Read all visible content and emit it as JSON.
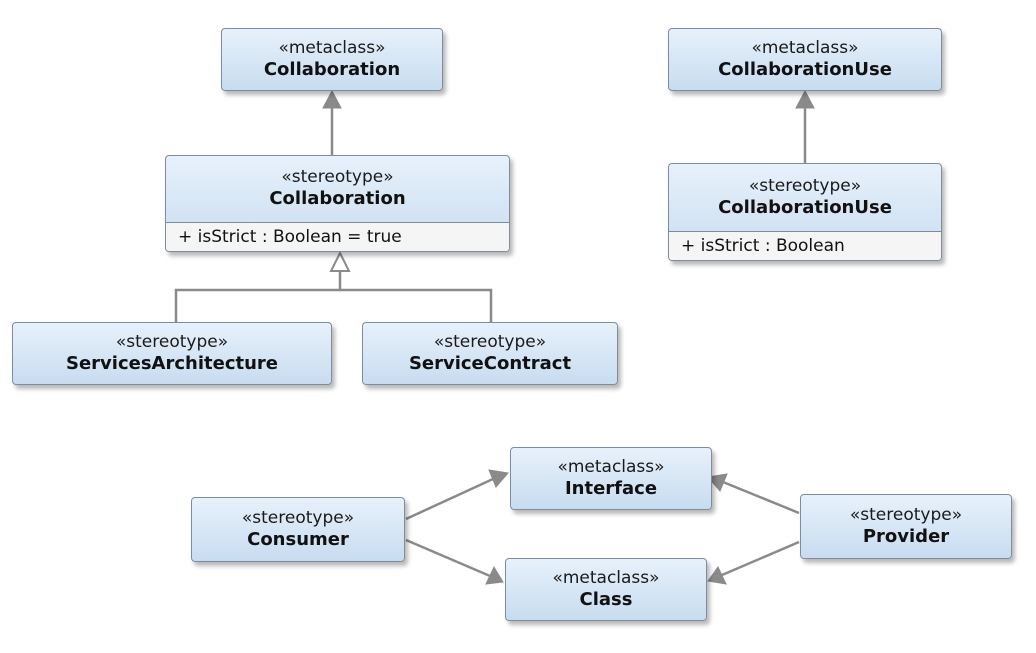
{
  "diagram": {
    "colors": {
      "line": "#8a8a8a",
      "box_top": "#e7f1fb",
      "box_bottom": "#c8dcf0",
      "border": "#7d8da0"
    },
    "elements": {
      "meta_collaboration": {
        "keyword": "«metaclass»",
        "name": "Collaboration"
      },
      "meta_collaboration_use": {
        "keyword": "«metaclass»",
        "name": "CollaborationUse"
      },
      "stereo_collaboration": {
        "keyword": "«stereotype»",
        "name": "Collaboration",
        "attribute": "+ isStrict : Boolean = true"
      },
      "stereo_collaboration_use": {
        "keyword": "«stereotype»",
        "name": "CollaborationUse",
        "attribute": "+ isStrict : Boolean"
      },
      "services_architecture": {
        "keyword": "«stereotype»",
        "name": "ServicesArchitecture"
      },
      "service_contract": {
        "keyword": "«stereotype»",
        "name": "ServiceContract"
      },
      "meta_interface": {
        "keyword": "«metaclass»",
        "name": "Interface"
      },
      "meta_class": {
        "keyword": "«metaclass»",
        "name": "Class"
      },
      "consumer": {
        "keyword": "«stereotype»",
        "name": "Consumer"
      },
      "provider": {
        "keyword": "«stereotype»",
        "name": "Provider"
      }
    },
    "relationships": [
      {
        "type": "extension",
        "from": "stereo_collaboration",
        "to": "meta_collaboration"
      },
      {
        "type": "extension",
        "from": "stereo_collaboration_use",
        "to": "meta_collaboration_use"
      },
      {
        "type": "generalization",
        "from": "services_architecture",
        "to": "stereo_collaboration"
      },
      {
        "type": "generalization",
        "from": "service_contract",
        "to": "stereo_collaboration"
      },
      {
        "type": "extension",
        "from": "consumer",
        "to": "meta_interface"
      },
      {
        "type": "extension",
        "from": "consumer",
        "to": "meta_class"
      },
      {
        "type": "extension",
        "from": "provider",
        "to": "meta_interface"
      },
      {
        "type": "extension",
        "from": "provider",
        "to": "meta_class"
      }
    ]
  }
}
